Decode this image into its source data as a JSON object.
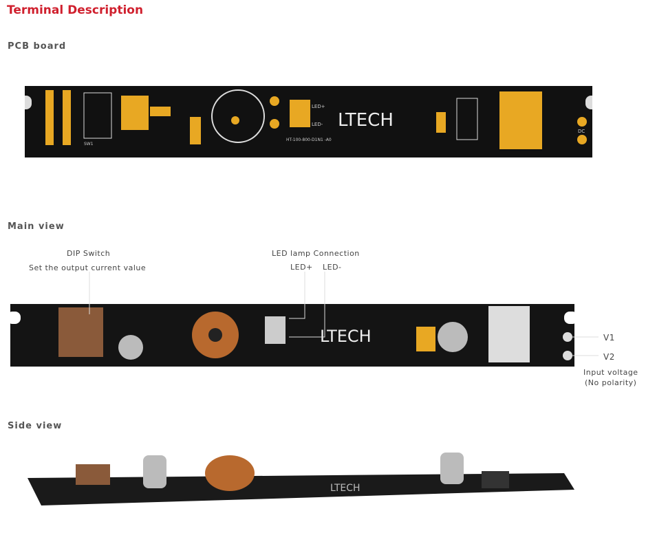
{
  "title": "Terminal Description",
  "sections": {
    "pcb": "PCB board",
    "main": "Main view",
    "side": "Side view"
  },
  "pcb_silkscreen": {
    "brand": "LTECH",
    "led_plus": "LED+",
    "led_minus": "LED-",
    "dc": "DC",
    "model": "HT-100-800-D1N1 -A0",
    "sw": "SW1"
  },
  "annotations": {
    "dip_title": "DIP Switch",
    "dip_desc": "Set the output current value",
    "led_title": "LED lamp Connection",
    "led_plus": "LED+",
    "led_minus": "LED-",
    "v1": "V1",
    "v2": "V2",
    "input_voltage": "Input voltage",
    "no_polarity": "(No polarity)"
  },
  "colors": {
    "title": "#d0202e",
    "board": "#111111",
    "pad": "#e8a823"
  }
}
